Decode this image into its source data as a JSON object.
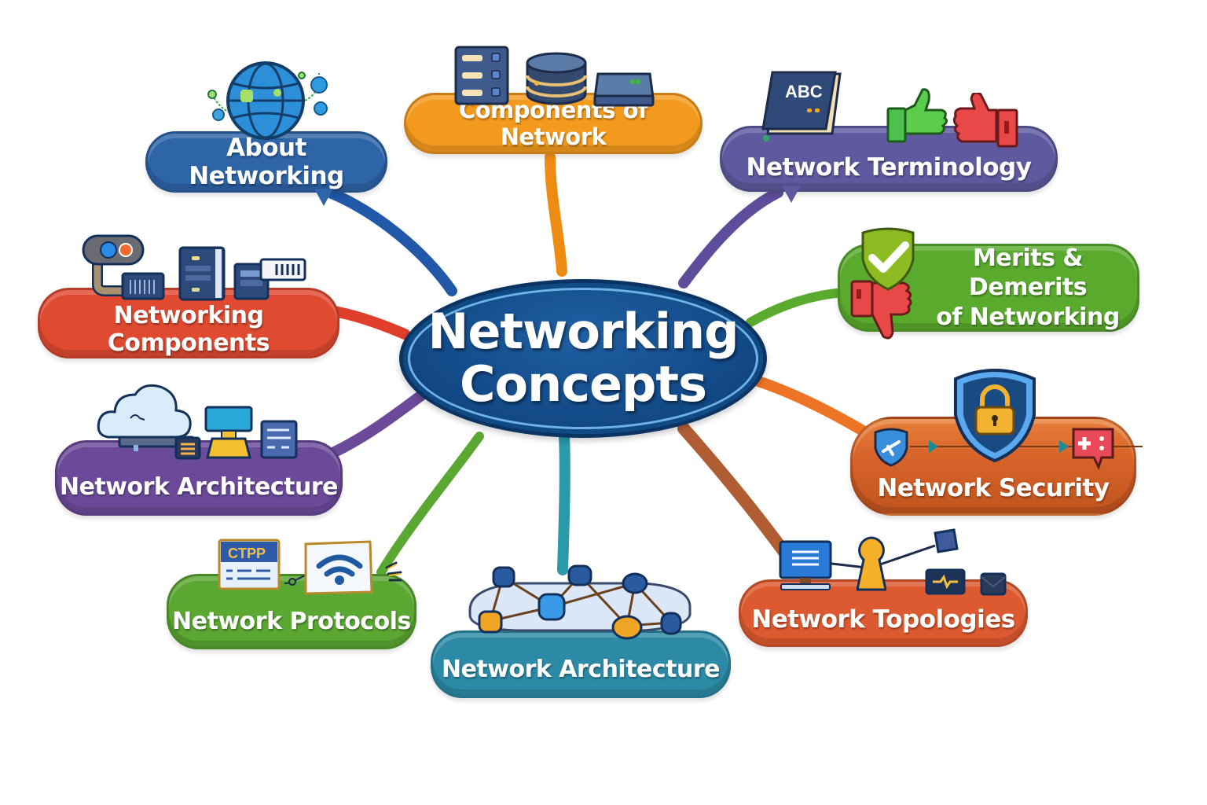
{
  "center": {
    "line1": "Networking",
    "line2": "Concepts",
    "color": "#134a88"
  },
  "nodes": [
    {
      "id": "about-networking",
      "label": "About Networking",
      "color": "#2e64a8",
      "icons": [
        "globe-icon",
        "network-nodes-icon"
      ]
    },
    {
      "id": "components-of-network",
      "label": "Components of Network",
      "color": "#f39a1e",
      "icons": [
        "server-rack-icon",
        "database-icon",
        "router-icon"
      ]
    },
    {
      "id": "network-terminology",
      "label": "Network Terminology",
      "color": "#5f5a9f",
      "icons": [
        "book-icon",
        "thumbs-up-icon",
        "thumbs-down-icon"
      ]
    },
    {
      "id": "merits-demerits",
      "label_line1": "Merits & Demerits",
      "label_line2": "of Networking",
      "color": "#5aaa2e",
      "icons": [
        "check-shield-icon",
        "thumbs-down-icon"
      ]
    },
    {
      "id": "network-security",
      "label": "Network Security",
      "color": "#d8642a",
      "icons": [
        "shield-icon",
        "lock-shield-icon",
        "alert-chat-icon"
      ]
    },
    {
      "id": "network-topologies",
      "label": "Network Topologies",
      "color": "#dd5a30",
      "icons": [
        "monitor-icon",
        "hub-icon",
        "device-icon",
        "mail-icon"
      ]
    },
    {
      "id": "network-architecture-bottom",
      "label": "Network Architecture",
      "color": "#2c8aa6",
      "icons": [
        "mesh-network-icon"
      ]
    },
    {
      "id": "network-protocols",
      "label": "Network Protocols",
      "color": "#5aa732",
      "icons": [
        "protocol-card-icon",
        "wifi-icon"
      ],
      "card_text": "CTPP"
    },
    {
      "id": "network-architecture-left",
      "label": "Network Architecture",
      "color": "#6b4a9a",
      "icons": [
        "cloud-icon",
        "terminal-icon",
        "panel-icon"
      ]
    },
    {
      "id": "networking-components",
      "label": "Networking Components",
      "color": "#df4a30",
      "icons": [
        "webcam-icon",
        "switch-icon",
        "server-icon",
        "network-card-icon"
      ]
    }
  ],
  "book_text": "ABC"
}
